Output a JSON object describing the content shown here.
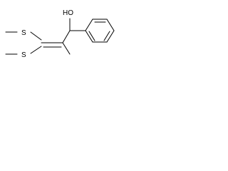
{
  "molecule": {
    "labels": {
      "hydroxyl": "HO",
      "sulfur_top": "S",
      "sulfur_bottom": "S"
    }
  },
  "colors": {
    "bond": "#000000",
    "label": "#000000",
    "background": "#ffffff"
  }
}
